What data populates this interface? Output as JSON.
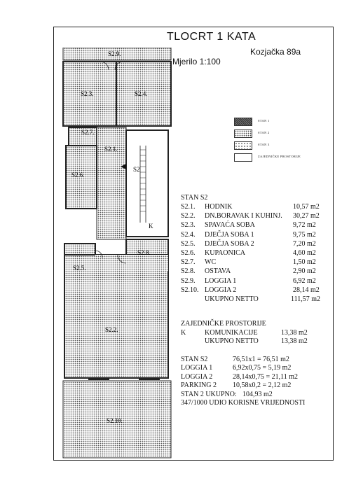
{
  "header": {
    "title": "TLOCRT 1 KATA",
    "address": "Kozjačka 89a",
    "scale": "Mjerilo 1:100"
  },
  "legend": [
    {
      "label": "STAN 1",
      "pattern": "dense"
    },
    {
      "label": "STAN 2",
      "pattern": "medium"
    },
    {
      "label": "STAN 3",
      "pattern": "light"
    },
    {
      "label": "ZAJEDNIČKE PROSTORIJE",
      "pattern": "none"
    }
  ],
  "plan": {
    "rooms": [
      "S2.9.",
      "S2.3.",
      "S2.4.",
      "S2.7.",
      "S2.1.",
      "S2.6.",
      "S2.8.",
      "S2.5.",
      "S2.2.",
      "S2.10."
    ],
    "stair_label": "S2",
    "stair_mark": "K"
  },
  "stan": {
    "heading": "STAN S2",
    "rooms": [
      {
        "code": "S2.1.",
        "name": "HODNIK",
        "area": "10,57 m2"
      },
      {
        "code": "S2.2.",
        "name": "DN.BORAVAK I KUHINJ.",
        "area": "30,27 m2"
      },
      {
        "code": "S2.3.",
        "name": "SPAVAĆA SOBA",
        "area": "9,72 m2"
      },
      {
        "code": "S2.4.",
        "name": "DJEČJA SOBA 1",
        "area": "9,75 m2"
      },
      {
        "code": "S2.5.",
        "name": "DJEČJA SOBA 2",
        "area": "7,20 m2"
      },
      {
        "code": "S2.6.",
        "name": "KUPAONICA",
        "area": "4,60 m2"
      },
      {
        "code": "S2.7.",
        "name": "WC",
        "area": "1,50 m2"
      },
      {
        "code": "S2.8.",
        "name": "OSTAVA",
        "area": "2,90 m2"
      },
      {
        "code": "S2.9.",
        "name": "LOGGIA 1",
        "area": "6,92 m2"
      },
      {
        "code": "S2.10.",
        "name": "LOGGIA 2",
        "area": "28,14 m2"
      }
    ],
    "total_label": "UKUPNO NETTO",
    "total_value": "111,57 m2"
  },
  "common": {
    "heading": "ZAJEDNIČKE PROSTORIJE",
    "code": "K",
    "name": "KOMUNIKACIJE",
    "area": "13,38 m2",
    "total_label": "UKUPNO NETTO",
    "total_value": "13,38 m2"
  },
  "calc": {
    "rows": [
      {
        "label": "STAN S2",
        "formula": "76,51x1 = 76,51 m2"
      },
      {
        "label": "LOGGIA 1",
        "formula": "6,92x0,75 = 5,19 m2"
      },
      {
        "label": "LOGGIA 2",
        "formula": "28,14x0,75 = 21,11 m2"
      },
      {
        "label": "PARKING 2",
        "formula": "10,58x0,2 = 2,12 m2"
      }
    ],
    "total_label": "STAN 2 UKUPNO:",
    "total_value": "104,93 m2",
    "share": "347/1000 UDIO KORISNE VRIJEDNOSTI"
  }
}
